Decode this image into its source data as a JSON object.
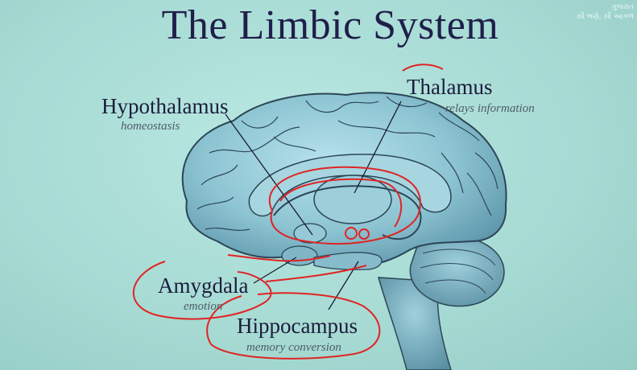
{
  "title": "The Limbic System",
  "watermark": {
    "line1": "ગુજરાત",
    "line2": "સૌ ભણે, સૌ આગળ"
  },
  "labels": {
    "hypothalamus": {
      "name": "Hypothalamus",
      "desc": "homeostasis"
    },
    "thalamus": {
      "name": "Thalamus",
      "desc": "relays information"
    },
    "amygdala": {
      "name": "Amygdala",
      "desc": "emotion"
    },
    "hippocampus": {
      "name": "Hippocampus",
      "desc": "memory conversion"
    }
  },
  "colors": {
    "background": "#a9dcd6",
    "brain_fill": "#8cc3cf",
    "brain_stroke": "#2c4656",
    "annotation_red": "#e02424",
    "text": "#1c1c3c"
  }
}
